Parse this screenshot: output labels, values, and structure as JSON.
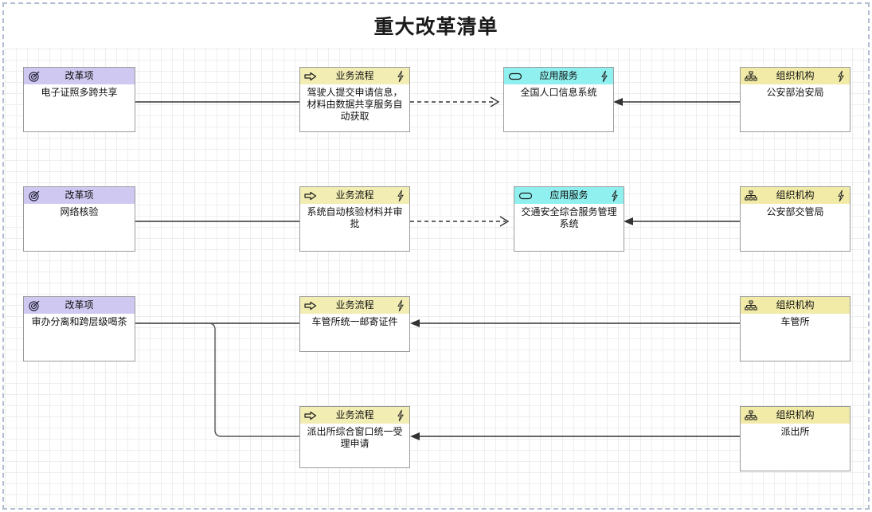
{
  "page": {
    "title": "重大改革清单",
    "border_color": "#b3bcd0",
    "background": "#ffffff"
  },
  "palette": {
    "reform_header": "#cfc9f2",
    "process_header": "#f2edb3",
    "service_header": "#8ff0ef",
    "org_header": "#f2eba8",
    "node_border": "#9a9a9a",
    "edge_color": "#333333"
  },
  "node_types": {
    "reform": {
      "label": "改革项",
      "icon": "target-icon"
    },
    "process": {
      "label": "业务流程",
      "icon": "arrow-right-icon"
    },
    "service": {
      "label": "应用服务",
      "icon": "rounded-rect-icon"
    },
    "org": {
      "label": "组织机构",
      "icon": "org-chart-icon"
    },
    "badge": {
      "icon": "lightning-bolt-icon"
    }
  },
  "rows": [
    {
      "id": "row-1",
      "reform": {
        "type_label": "改革项",
        "body": "电子证照多跨共享",
        "badge": false
      },
      "process": {
        "type_label": "业务流程",
        "body": "驾驶人提交申请信息，材料由数据共享服务自动获取",
        "badge": true
      },
      "service": {
        "type_label": "应用服务",
        "body": "全国人口信息系统",
        "badge": true
      },
      "org": {
        "type_label": "组织机构",
        "body": "公安部治安局",
        "badge": true
      }
    },
    {
      "id": "row-2",
      "reform": {
        "type_label": "改革项",
        "body": "网络核验",
        "badge": false
      },
      "process": {
        "type_label": "业务流程",
        "body": "系统自动核验材料并审批",
        "badge": true
      },
      "service": {
        "type_label": "应用服务",
        "body": "交通安全综合服务管理系统",
        "badge": true
      },
      "org": {
        "type_label": "组织机构",
        "body": "公安部交管局",
        "badge": true
      }
    },
    {
      "id": "row-3",
      "reform": {
        "type_label": "改革项",
        "body": "审办分离和跨层级喝茶",
        "badge": false
      },
      "process": {
        "type_label": "业务流程",
        "body": "车管所统一邮寄证件",
        "badge": true
      },
      "service": null,
      "org": {
        "type_label": "组织机构",
        "body": "车管所",
        "badge": false
      }
    },
    {
      "id": "row-4",
      "reform": null,
      "process": {
        "type_label": "业务流程",
        "body": "派出所综合窗口统一受理申请",
        "badge": true
      },
      "service": null,
      "org": {
        "type_label": "组织机构",
        "body": "派出所",
        "badge": false
      }
    }
  ]
}
